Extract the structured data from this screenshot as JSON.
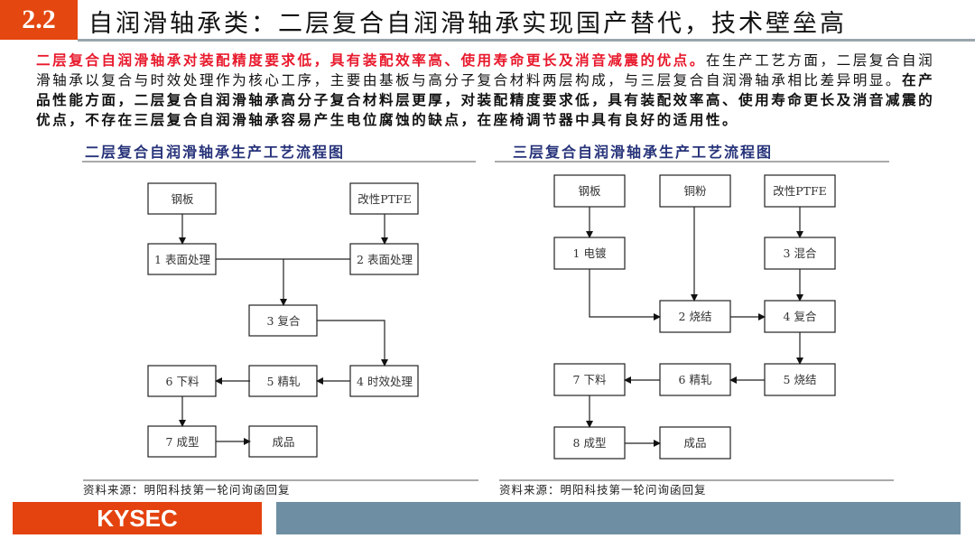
{
  "header": {
    "section_number": "2.2",
    "title": "自润滑轴承类：二层复合自润滑轴承实现国产替代，技术壁垒高"
  },
  "body": {
    "line1_red": "二层复合自润滑轴承对装配精度要求低，具有装配效率高、使用寿命更长及消音减震的优点。",
    "line1_rest": "在生产工艺方面，二层复合自润",
    "line2_normal": "滑轴承以复合与时效处理作为核心工序，主要由基板与高分子复合材料两层构成，与三层复合自润滑轴承相比差异明显。",
    "line2_bold": "在产",
    "line3_bold": "品性能方面，二层复合自润滑轴承高分子复合材料层更厚，对装配精度要求低，具有装配效率高、使用寿命更长及消音减震的",
    "line4_bold": "优点，不存在三层复合自润滑轴承容易产生电位腐蚀的缺点，在座椅调节器中具有良好的适用性。"
  },
  "left_chart": {
    "title": "二层复合自润滑轴承生产工艺流程图",
    "nodes": {
      "steel": "钢板",
      "ptfe": "改性PTFE",
      "s1": "1 表面处理",
      "s2": "2 表面处理",
      "s3": "3 复合",
      "s4": "4 时效处理",
      "s5": "5 精轧",
      "s6": "6 下料",
      "s7": "7 成型",
      "product": "成品"
    },
    "source": "资料来源：明阳科技第一轮问询函回复"
  },
  "right_chart": {
    "title": "三层复合自润滑轴承生产工艺流程图",
    "nodes": {
      "steel": "钢板",
      "copper": "铜粉",
      "ptfe": "改性PTFE",
      "s1": "1 电镀",
      "s3": "3 混合",
      "s2": "2 烧结",
      "s4": "4 复合",
      "s5": "5 烧结",
      "s6": "6 精轧",
      "s7": "7 下料",
      "s8": "8 成型",
      "product": "成品"
    },
    "source": "资料来源：明阳科技第一轮问询函回复"
  },
  "footer": {
    "logo": "KYSEC"
  },
  "colors": {
    "accent": "#e4470f",
    "footer_bar": "#6e8fa3",
    "highlight": "#e8192c",
    "chart_title": "#27337a"
  }
}
